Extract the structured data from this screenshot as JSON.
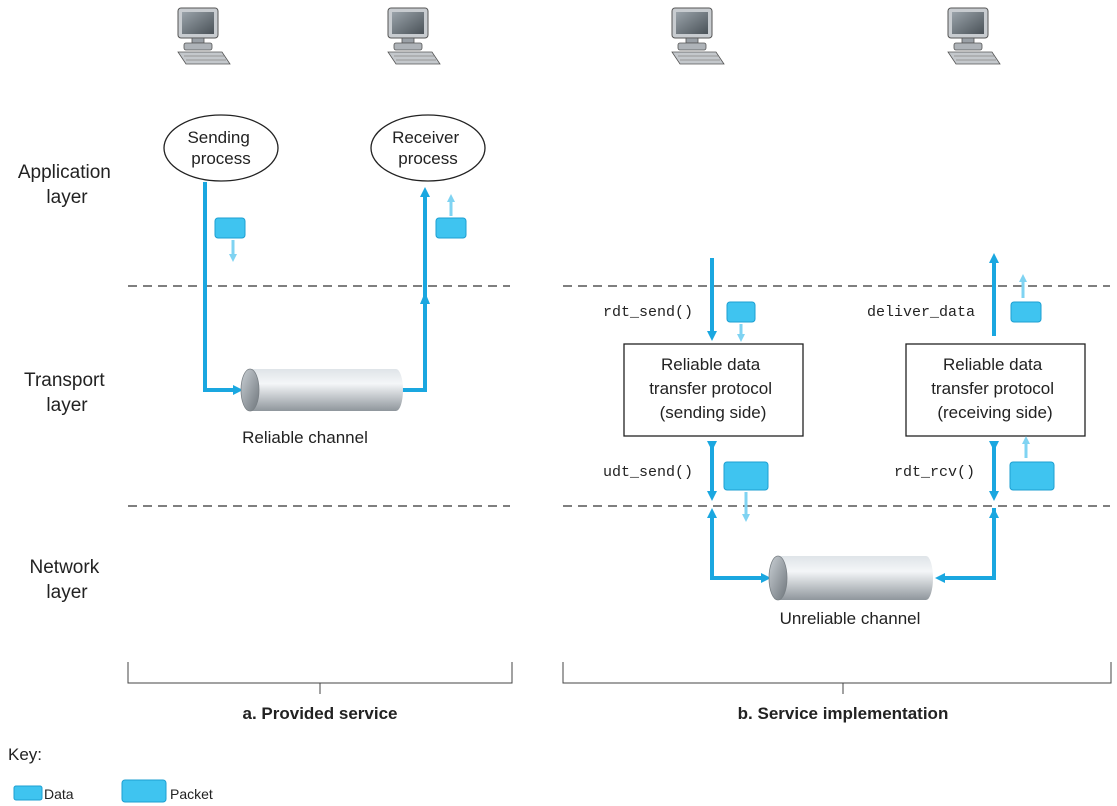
{
  "layers": {
    "application": [
      "Application",
      "layer"
    ],
    "transport": [
      "Transport",
      "layer"
    ],
    "network": [
      "Network",
      "layer"
    ]
  },
  "panel_a": {
    "sender": [
      "Sending",
      "process"
    ],
    "receiver": [
      "Receiver",
      "process"
    ],
    "channel_label": "Reliable channel",
    "caption": "a. Provided service"
  },
  "panel_b": {
    "calls": {
      "rdt_send": "rdt_send()",
      "udt_send": "udt_send()",
      "deliver_data": "deliver_data",
      "rdt_rcv": "rdt_rcv()"
    },
    "sender_box": [
      "Reliable data",
      "transfer protocol",
      "(sending side)"
    ],
    "receiver_box": [
      "Reliable data",
      "transfer protocol",
      "(receiving side)"
    ],
    "channel_label": "Unreliable channel",
    "caption": "b. Service implementation"
  },
  "key": {
    "title": "Key:",
    "data_label": "Data",
    "packet_label": "Packet"
  },
  "colors": {
    "arrow": "#1aa7e0",
    "packet": "#3fc4f0",
    "packet_dark": "#1c9fd2",
    "pipe_light": "#e8ecef",
    "pipe_dark": "#8f969c",
    "line": "#333333"
  },
  "icons": [
    "computer-icon",
    "computer-icon",
    "computer-icon",
    "computer-icon"
  ]
}
